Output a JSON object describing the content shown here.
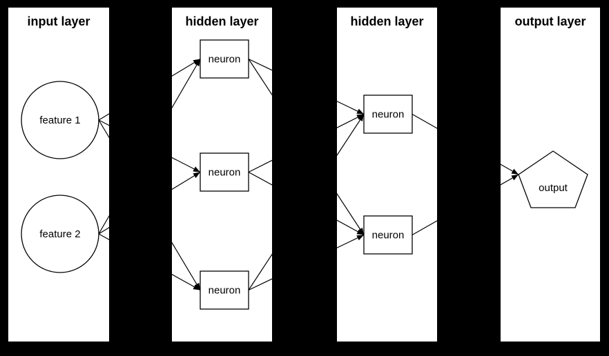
{
  "diagram": {
    "type": "neural-network-graph",
    "colors": {
      "background": "#000000",
      "panel": "#ffffff",
      "stroke": "#000000",
      "text": "#000000"
    },
    "layers": [
      {
        "title": "input layer",
        "nodes": [
          {
            "label": "feature 1",
            "shape": "circle"
          },
          {
            "label": "feature 2",
            "shape": "circle"
          }
        ]
      },
      {
        "title": "hidden layer",
        "nodes": [
          {
            "label": "neuron",
            "shape": "rect"
          },
          {
            "label": "neuron",
            "shape": "rect"
          },
          {
            "label": "neuron",
            "shape": "rect"
          }
        ]
      },
      {
        "title": "hidden layer",
        "nodes": [
          {
            "label": "neuron",
            "shape": "rect"
          },
          {
            "label": "neuron",
            "shape": "rect"
          }
        ]
      },
      {
        "title": "output layer",
        "nodes": [
          {
            "label": "output",
            "shape": "pentagon"
          }
        ]
      }
    ],
    "edges": [
      {
        "from": "input.feature-1",
        "to": "hidden1.neuron-1"
      },
      {
        "from": "input.feature-1",
        "to": "hidden1.neuron-2"
      },
      {
        "from": "input.feature-1",
        "to": "hidden1.neuron-3"
      },
      {
        "from": "input.feature-2",
        "to": "hidden1.neuron-1"
      },
      {
        "from": "input.feature-2",
        "to": "hidden1.neuron-2"
      },
      {
        "from": "input.feature-2",
        "to": "hidden1.neuron-3"
      },
      {
        "from": "hidden1.neuron-1",
        "to": "hidden2.neuron-1"
      },
      {
        "from": "hidden1.neuron-1",
        "to": "hidden2.neuron-2"
      },
      {
        "from": "hidden1.neuron-2",
        "to": "hidden2.neuron-1"
      },
      {
        "from": "hidden1.neuron-2",
        "to": "hidden2.neuron-2"
      },
      {
        "from": "hidden1.neuron-3",
        "to": "hidden2.neuron-1"
      },
      {
        "from": "hidden1.neuron-3",
        "to": "hidden2.neuron-2"
      },
      {
        "from": "hidden2.neuron-1",
        "to": "output.output"
      },
      {
        "from": "hidden2.neuron-2",
        "to": "output.output"
      }
    ]
  }
}
